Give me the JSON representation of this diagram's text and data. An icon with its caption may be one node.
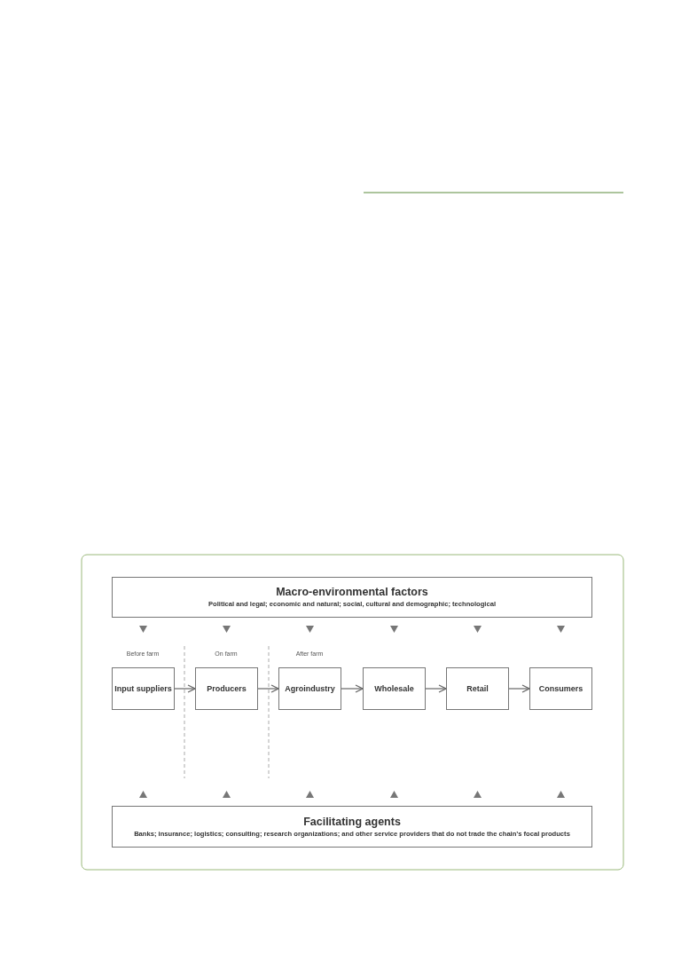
{
  "diagram": {
    "nodes": [
      {
        "text": [
          "Macro-environmental factors",
          "Political and legal; economic and natural; social, cultural and demographic; technological"
        ]
      },
      {
        "text": [
          "Input suppliers"
        ]
      },
      {
        "text": [
          "Producers"
        ]
      },
      {
        "text": [
          "Agroindustry"
        ]
      },
      {
        "text": [
          "Wholesale"
        ]
      },
      {
        "text": [
          "Retail"
        ]
      },
      {
        "text": [
          "Consumers"
        ]
      },
      {
        "text": [
          "Facilitating agents",
          "Banks; insurance; logistics; consulting; research organizations; and other service providers that do not trade the chain’s focal products"
        ]
      }
    ],
    "edges": [
      {
        "from": 1,
        "to": 2,
        "arrow": "to"
      },
      {
        "from": 2,
        "to": 3,
        "arrow": "to"
      },
      {
        "from": 3,
        "to": 4,
        "arrow": "to"
      },
      {
        "from": 4,
        "to": 5,
        "arrow": "to"
      },
      {
        "from": 5,
        "to": 6,
        "arrow": "to"
      }
    ],
    "labels": [
      "Before farm",
      "On farm",
      "After farm"
    ]
  }
}
